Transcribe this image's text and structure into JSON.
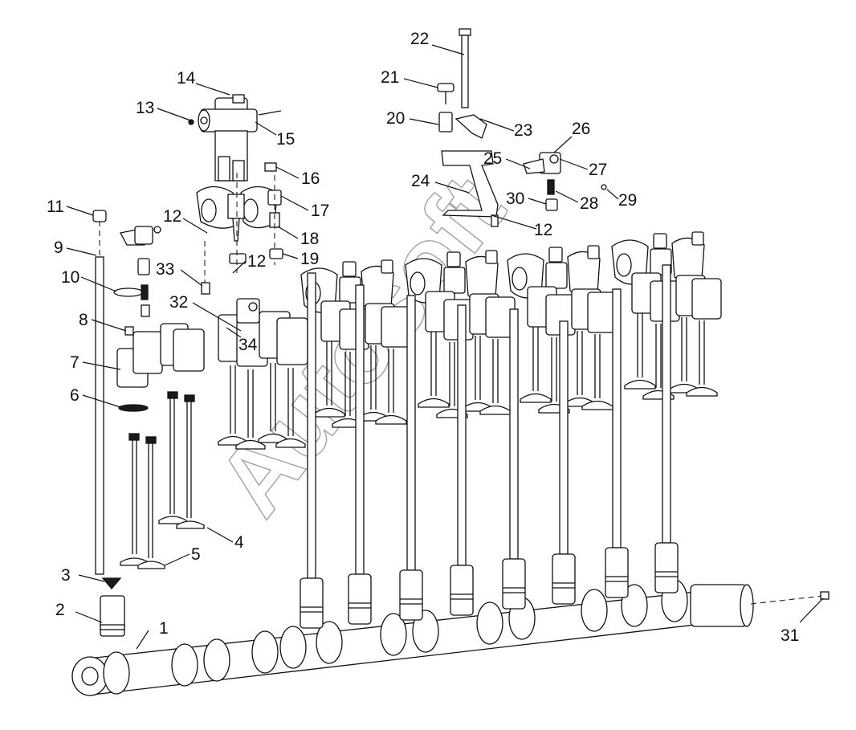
{
  "watermark": "Autosoft",
  "callouts": [
    {
      "id": "c1",
      "text": "1"
    },
    {
      "id": "c2",
      "text": "2"
    },
    {
      "id": "c3",
      "text": "3"
    },
    {
      "id": "c4",
      "text": "4"
    },
    {
      "id": "c5",
      "text": "5"
    },
    {
      "id": "c6",
      "text": "6"
    },
    {
      "id": "c7",
      "text": "7"
    },
    {
      "id": "c8",
      "text": "8"
    },
    {
      "id": "c9",
      "text": "9"
    },
    {
      "id": "c10",
      "text": "10"
    },
    {
      "id": "c11",
      "text": "11"
    },
    {
      "id": "c12a",
      "text": "12"
    },
    {
      "id": "c12b",
      "text": "12"
    },
    {
      "id": "c12c",
      "text": "12"
    },
    {
      "id": "c13",
      "text": "13"
    },
    {
      "id": "c14",
      "text": "14"
    },
    {
      "id": "c15",
      "text": "15"
    },
    {
      "id": "c16",
      "text": "16"
    },
    {
      "id": "c17",
      "text": "17"
    },
    {
      "id": "c18",
      "text": "18"
    },
    {
      "id": "c19",
      "text": "19"
    },
    {
      "id": "c20",
      "text": "20"
    },
    {
      "id": "c21",
      "text": "21"
    },
    {
      "id": "c22",
      "text": "22"
    },
    {
      "id": "c23",
      "text": "23"
    },
    {
      "id": "c24",
      "text": "24"
    },
    {
      "id": "c25",
      "text": "25"
    },
    {
      "id": "c26",
      "text": "26"
    },
    {
      "id": "c27",
      "text": "27"
    },
    {
      "id": "c28",
      "text": "28"
    },
    {
      "id": "c29",
      "text": "29"
    },
    {
      "id": "c30",
      "text": "30"
    },
    {
      "id": "c31",
      "text": "31"
    },
    {
      "id": "c32",
      "text": "32"
    },
    {
      "id": "c33",
      "text": "33"
    },
    {
      "id": "c34",
      "text": "34"
    }
  ]
}
